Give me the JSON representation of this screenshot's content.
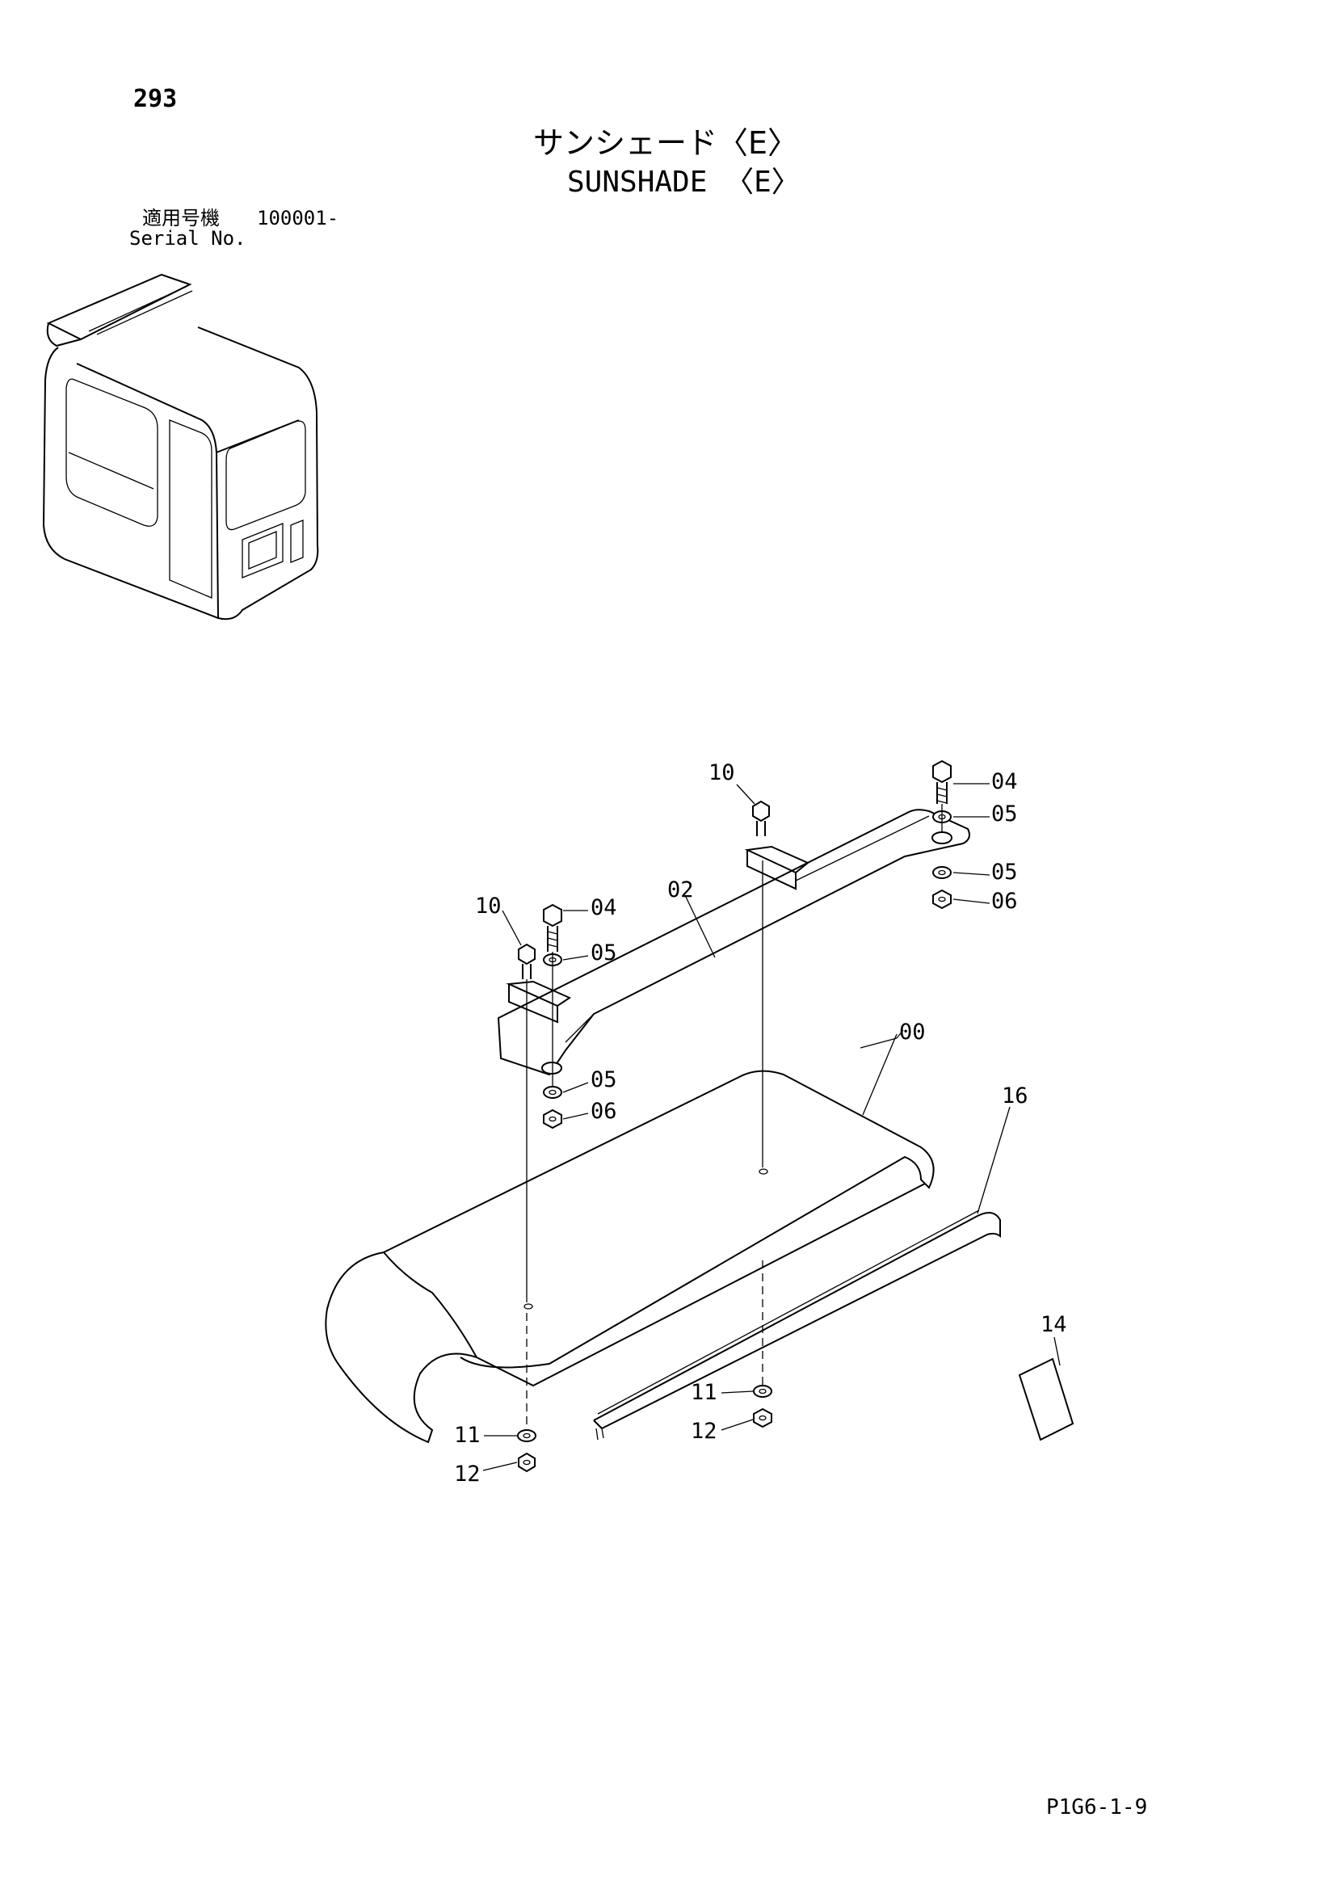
{
  "header": {
    "page_number": "293",
    "title_jp": "サンシェード〈E〉",
    "title_en": "SUNSHADE 〈E〉",
    "serial_label_jp": "適用号機",
    "serial_value": "100001-",
    "serial_label_en": "Serial No."
  },
  "callouts": {
    "c00": "00",
    "c02": "02",
    "c04a": "04",
    "c04b": "04",
    "c05a": "05",
    "c05b": "05",
    "c05c": "05",
    "c05d": "05",
    "c06a": "06",
    "c06b": "06",
    "c10a": "10",
    "c10b": "10",
    "c11a": "11",
    "c11b": "11",
    "c12a": "12",
    "c12b": "12",
    "c14": "14",
    "c16": "16"
  },
  "footer": {
    "figure_code": "P1G6-1-9"
  }
}
